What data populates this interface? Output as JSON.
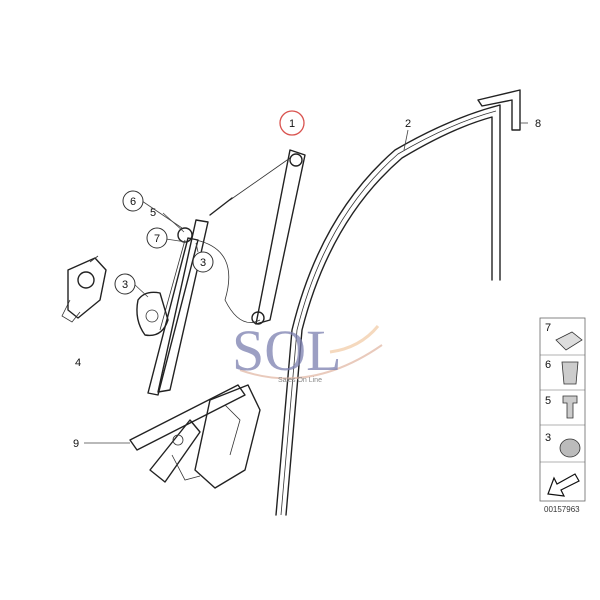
{
  "callouts": [
    {
      "n": "1"
    },
    {
      "n": "2"
    },
    {
      "n": "3"
    },
    {
      "n": "3"
    },
    {
      "n": "4"
    },
    {
      "n": "5"
    },
    {
      "n": "6"
    },
    {
      "n": "7"
    },
    {
      "n": "8"
    },
    {
      "n": "9"
    }
  ],
  "legend": [
    {
      "n": "7"
    },
    {
      "n": "6"
    },
    {
      "n": "5"
    },
    {
      "n": "3"
    }
  ],
  "watermark": {
    "letters": "SOL",
    "subtitle": "Sales On Line"
  },
  "diagram_id": "00157963",
  "colors": {
    "highlight": "#d9534f",
    "watermark": "#7b7fb0",
    "line": "#222222"
  }
}
